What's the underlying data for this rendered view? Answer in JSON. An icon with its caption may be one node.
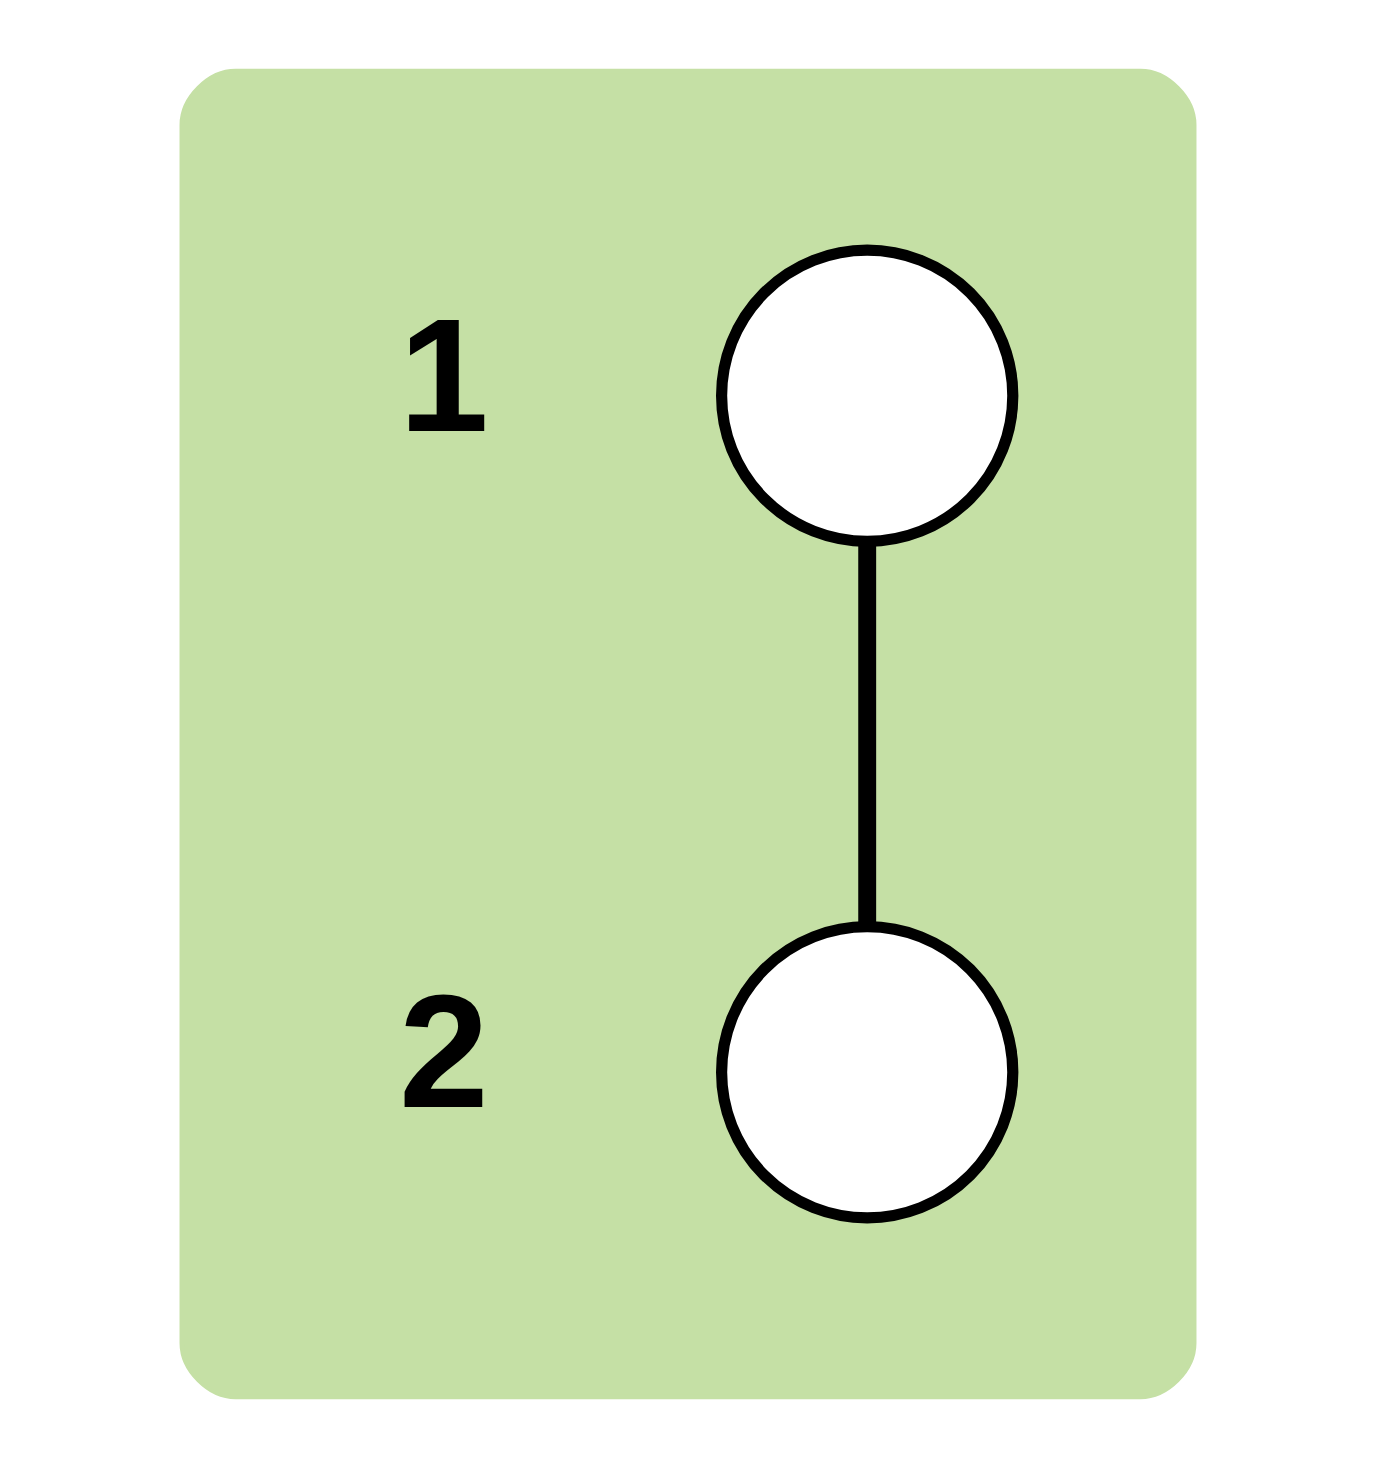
{
  "diagram": {
    "nodes": [
      {
        "text": [],
        "shape": "box"
      },
      {
        "text": [],
        "shape": "circle",
        "beside": [
          "1"
        ],
        "in": 0
      },
      {
        "text": [],
        "shape": "circle",
        "beside": [
          "2"
        ],
        "in": 0
      }
    ],
    "edges": [
      {
        "from": 1,
        "to": 2,
        "arrow": "none"
      }
    ]
  }
}
